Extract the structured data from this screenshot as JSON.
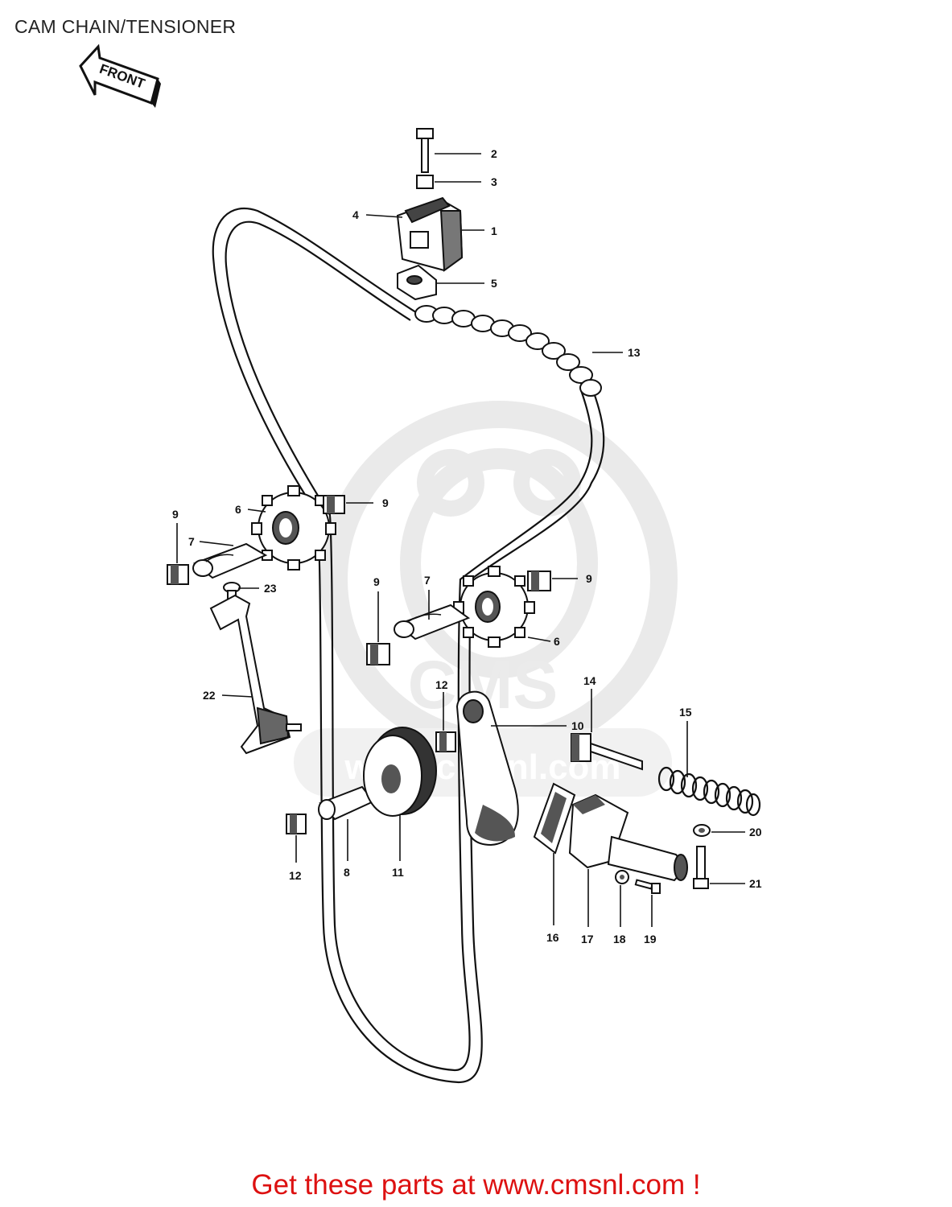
{
  "title": "CAM CHAIN/TENSIONER",
  "front_arrow_label": "FRONT",
  "watermark_text": "CMS www.cmsnl.com",
  "footer_link_text": "Get these parts at www.cmsnl.com !",
  "colors": {
    "footer_link": "#dd1111",
    "watermark": "#d9d9d9",
    "line_art": "#111111"
  },
  "callouts": {
    "c1": "1",
    "c2": "2",
    "c3": "3",
    "c4": "4",
    "c5": "5",
    "c6a": "6",
    "c6b": "6",
    "c7a": "7",
    "c7b": "7",
    "c8": "8",
    "c9a": "9",
    "c9b": "9",
    "c9c": "9",
    "c9d": "9",
    "c10": "10",
    "c11": "11",
    "c12a": "12",
    "c12b": "12",
    "c13": "13",
    "c14": "14",
    "c15": "15",
    "c16": "16",
    "c17": "17",
    "c18": "18",
    "c19": "19",
    "c20": "20",
    "c21": "21",
    "c22": "22",
    "c23": "23"
  }
}
